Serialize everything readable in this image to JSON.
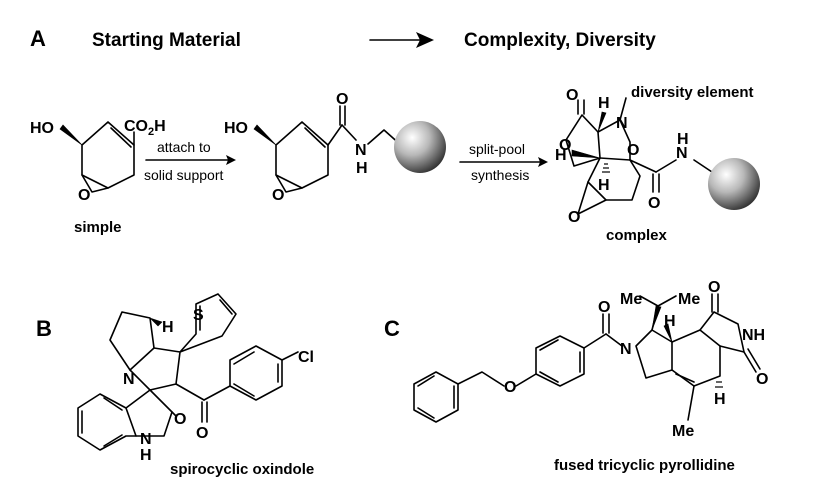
{
  "panel_a": {
    "label": "A",
    "heading_start": "Starting Material",
    "heading_end": "Complexity, Diversity",
    "arrow1_line1": "attach to",
    "arrow1_line2": "solid support",
    "arrow2_line1": "split-pool",
    "arrow2_line2": "synthesis",
    "caption_simple": "simple",
    "caption_complex": "complex",
    "diversity_label": "diversity element",
    "mol1": {
      "ho": "HO",
      "co2h": "CO",
      "co2h_sub": "2",
      "co2h_end": "H",
      "o": "O"
    },
    "mol2": {
      "ho": "HO",
      "o_carbonyl": "O",
      "n": "N",
      "h": "H",
      "o_epox": "O"
    },
    "mol3": {
      "o1": "O",
      "o2": "O",
      "h1": "H",
      "n": "N",
      "o3": "O",
      "h2": "H",
      "h3": "H",
      "o4": "O",
      "n2": "N",
      "h4": "H",
      "o_epox": "O"
    }
  },
  "panel_b": {
    "label": "B",
    "caption": "spirocyclic oxindole",
    "atoms": {
      "s": "S",
      "h": "H",
      "n": "N",
      "cl": "Cl",
      "o1": "O",
      "o2": "O",
      "nh_n": "N",
      "nh_h": "H"
    }
  },
  "panel_c": {
    "label": "C",
    "caption": "fused tricyclic pyrollidine",
    "atoms": {
      "me1": "Me",
      "me2": "Me",
      "o_ket": "O",
      "n": "N",
      "h1": "H",
      "o_imide1": "O",
      "nh": "NH",
      "o_imide2": "O",
      "h2": "H",
      "o_ether": "O",
      "me3": "Me"
    }
  }
}
